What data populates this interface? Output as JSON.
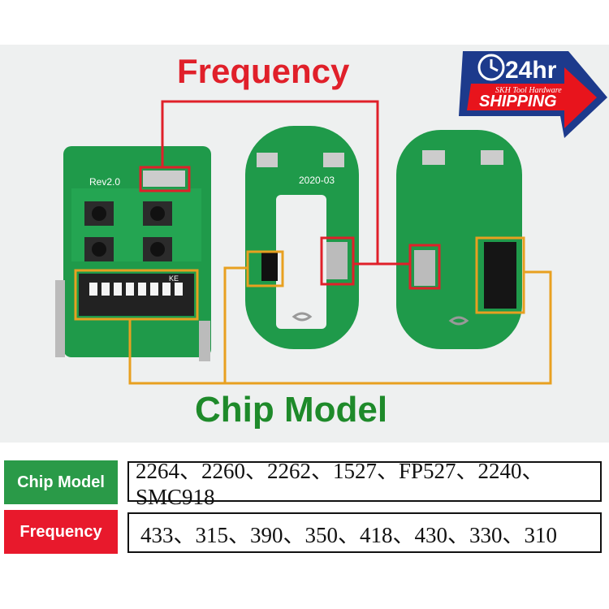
{
  "headings": {
    "frequency": "Frequency",
    "chip_model": "Chip Model"
  },
  "badge": {
    "top": "24hr",
    "brand": "SKH Tool Hardware",
    "bottom": "SHIPPING",
    "icon": "clock-icon"
  },
  "board_labels": {
    "left": "Rev2.0",
    "middle": "2020-03",
    "left_dip": "KE"
  },
  "table": {
    "rows": [
      {
        "label": "Chip Model",
        "value": "2264、2260、2262、1527、FP527、2240、SMC918",
        "color": "#2a9a48"
      },
      {
        "label": "Frequency",
        "value": "433、315、390、350、418、430、330、310",
        "color": "#e8192c"
      }
    ]
  },
  "colors": {
    "frequency": "#e0202a",
    "chip_model": "#1e8a2a",
    "highlight_box": "#e8a020"
  }
}
